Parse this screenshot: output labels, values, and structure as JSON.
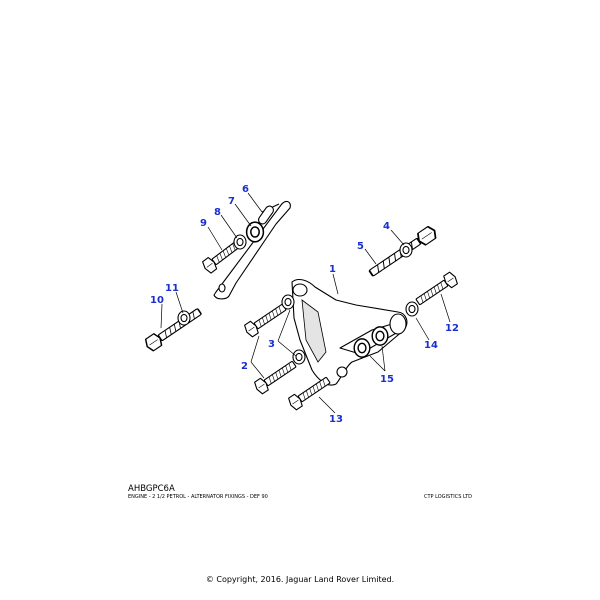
{
  "diagram": {
    "code": "AHBGPC6A",
    "description": "ENGINE - 2 1/2 PETROL - ALTERNATOR FIXINGS - DEF 90",
    "supplier": "CTP LOGISTICS LTD",
    "callouts": [
      "1",
      "2",
      "3",
      "4",
      "5",
      "6",
      "7",
      "8",
      "9",
      "10",
      "11",
      "12",
      "13",
      "14",
      "15"
    ]
  },
  "footer": {
    "copyright": "© Copyright, 2016. Jaguar Land Rover Limited."
  },
  "colors": {
    "callout": "#1a2fd0",
    "line": "#000000",
    "background": "#ffffff"
  }
}
